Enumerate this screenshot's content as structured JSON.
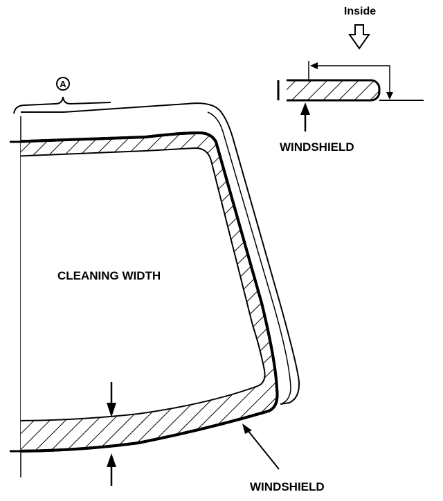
{
  "labels": {
    "inside": "Inside",
    "callout_a": "A",
    "cleaning_width": "CLEANING WIDTH",
    "windshield_section": "WINDSHIELD",
    "windshield_main": "WINDSHIELD"
  },
  "colors": {
    "ink": "#000000",
    "paper": "#ffffff"
  }
}
